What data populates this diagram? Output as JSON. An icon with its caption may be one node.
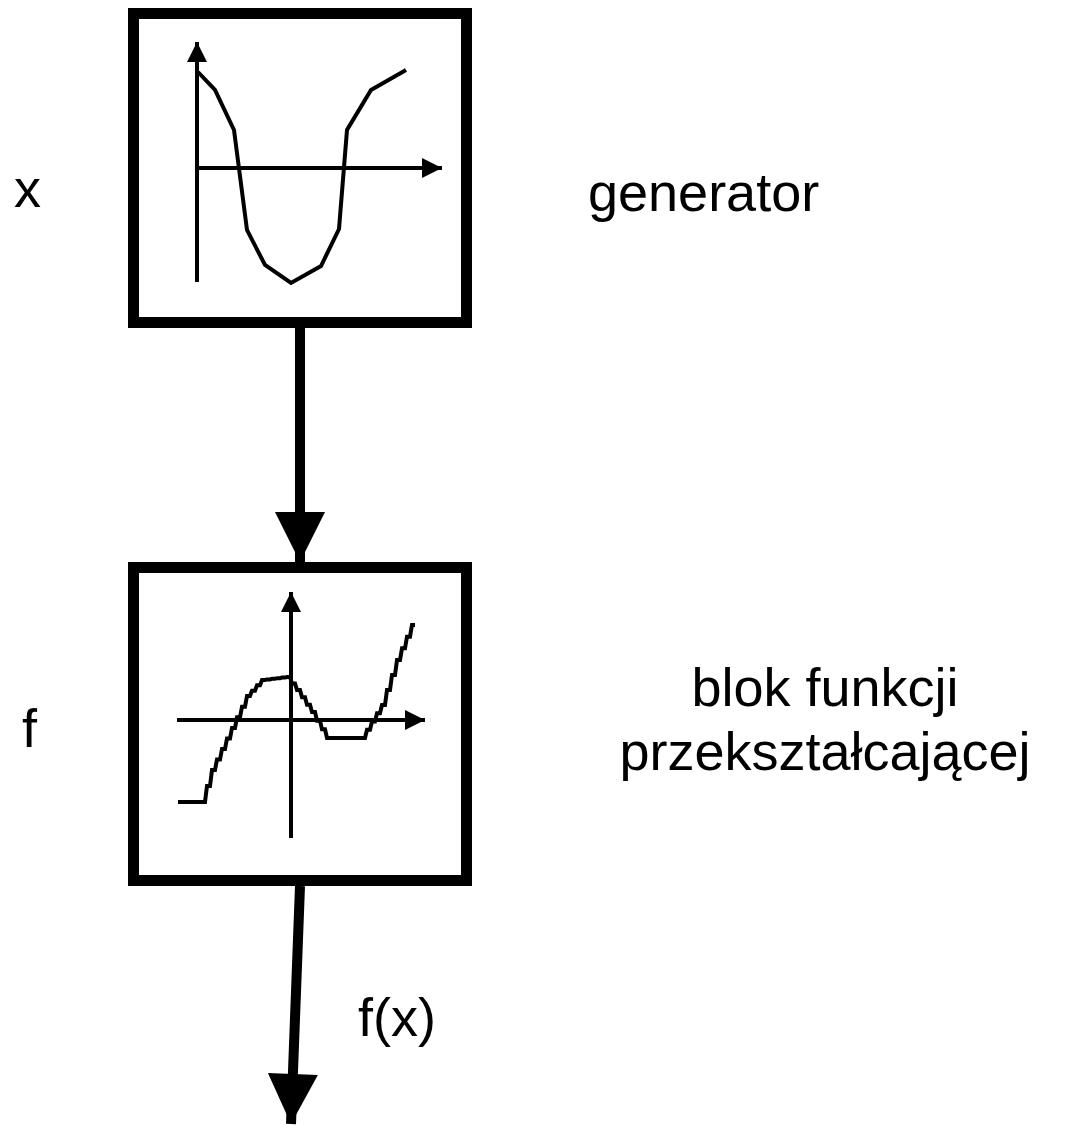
{
  "diagram": {
    "nodes": [
      {
        "text": [],
        "shape": "picture"
      },
      {
        "text": [],
        "shape": "picture"
      }
    ],
    "edges": [
      {
        "from": 0,
        "to": 1,
        "arrow": "to"
      },
      {
        "from": 1,
        "to": null,
        "arrow": "to",
        "label": "f(x)"
      }
    ],
    "labels": [
      "x",
      "generator",
      "f",
      "blok funkcji przekształcającej"
    ]
  }
}
